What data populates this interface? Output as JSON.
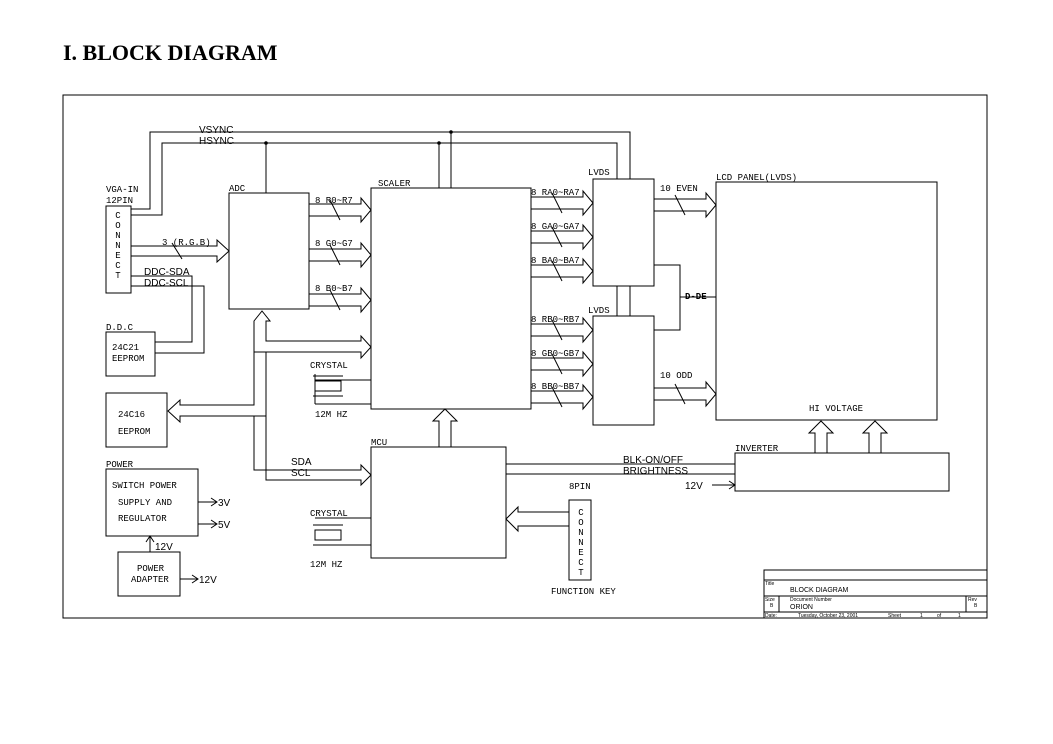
{
  "heading": "I. BLOCK DIAGRAM",
  "labels": {
    "vsync": "VSYNC",
    "hsync": "HSYNC",
    "vga_in": "VGA-IN",
    "pin12": "12PIN",
    "connect": "CONNECT",
    "adc": "ADC",
    "scaler": "SCALER",
    "lvds_top": "LVDS",
    "lvds_bottom": "LVDS",
    "lcd_panel": "LCD PANEL(LVDS)",
    "rgb3": "3 (R.G.B)",
    "ddc_sda": "DDC-SDA",
    "ddc_scl": "DDC-SCL",
    "ddc": "D.D.C",
    "eeprom1_line1": "24C21",
    "eeprom1_line2": "EEPROM",
    "eeprom2_line1": "24C16",
    "eeprom2_line2": "EEPROM",
    "r0r7": "8 R0~R7",
    "g0g7": "8 G0~G7",
    "b0b7": "8 B0~B7",
    "ra": "8 RA0~RA7",
    "ga": "8 GA0~GA7",
    "ba": "8 BA0~BA7",
    "rb": "8 RB0~RB7",
    "gb": "8 GB0~GB7",
    "bb": "8 BB0~BB7",
    "even": "10 EVEN",
    "odd": "10 ODD",
    "dde": "D-DE",
    "crystal1": "CRYSTAL",
    "hz1": "12M HZ",
    "crystal2": "CRYSTAL",
    "hz2": "12M HZ",
    "hi_voltage": "HI VOLTAGE",
    "inverter": "INVERTER",
    "blk": "BLK-ON/OFF",
    "brightness": "BRIGHTNESS",
    "v12_inverter": "12V",
    "mcu": "MCU",
    "sda": "SDA",
    "scl": "SCL",
    "pin8": "8PIN",
    "function_key": "FUNCTION KEY",
    "power": "POWER",
    "psu_line1": "SWITCH POWER",
    "psu_line2": "SUPPLY AND",
    "psu_line3": "REGULATOR",
    "v3": "3V",
    "v5": "5V",
    "v12_adapter_top": "12V",
    "adapter_line1": "POWER",
    "adapter_line2": "ADAPTER",
    "v12_adapter_right": "12V"
  },
  "title_block": {
    "title_label": "Title",
    "title": "BLOCK DIAGRAM",
    "size_label": "Size",
    "size": "B",
    "docnum_label": "Document Number",
    "docnum": "ORION",
    "rev_label": "Rev",
    "rev": "B",
    "date_label": "Date:",
    "date": "Tuesday, October 23, 2001",
    "sheet_label": "Sheet",
    "sheet": "1",
    "of_label": "of",
    "of": "1"
  }
}
